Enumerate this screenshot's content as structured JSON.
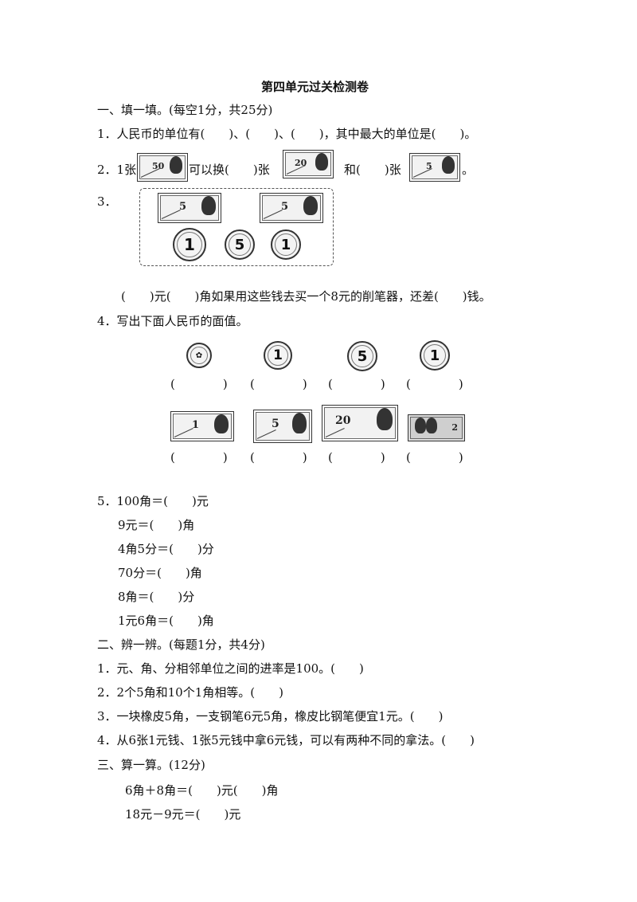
{
  "title": "第四单元过关检测卷",
  "s1": {
    "heading": "一、填一填。(每空1分，共25分)",
    "q1": "1．人民币的单位有(　　)、(　　)、(　　)，其中最大的单位是(　　)。",
    "q2_a": "2．1张",
    "q2_b": "可以换(　　)张",
    "q2_c": "和(　　)张",
    "q2_d": "。",
    "q3_num": "3．",
    "q3_text": "(　　)元(　　)角如果用这些钱去买一个8元的削笔器，还差(　　)钱。",
    "q4": "4．写出下面人民币的面值。",
    "blank": "(　　　　)",
    "q5": [
      "5．100角＝(　　)元",
      "9元＝(　　)角",
      "4角5分＝(　　)分",
      "70分＝(　　)角",
      "8角＝(　　)分",
      "1元6角＝(　　)角"
    ]
  },
  "s2": {
    "heading": "二、辨一辨。(每题1分，共4分)",
    "items": [
      "1．元、角、分相邻单位之间的进率是100。(　　)",
      "2．2个5角和10个1角相等。(　　)",
      "3．一块橡皮5角，一支钢笔6元5角，橡皮比钢笔便宜1元。(　　)",
      "4．从6张1元钱、1张5元钱中拿6元钱，可以有两种不同的拿法。(　　)"
    ]
  },
  "s3": {
    "heading": "三、算一算。(12分)",
    "items": [
      "6角＋8角＝(　　)元(　　)角",
      "18元－9元＝(　　)元"
    ]
  },
  "money": {
    "n50": "50",
    "n20": "20",
    "n5": "5",
    "n2": "2",
    "n1": "1",
    "c1": "1",
    "c5": "5"
  }
}
